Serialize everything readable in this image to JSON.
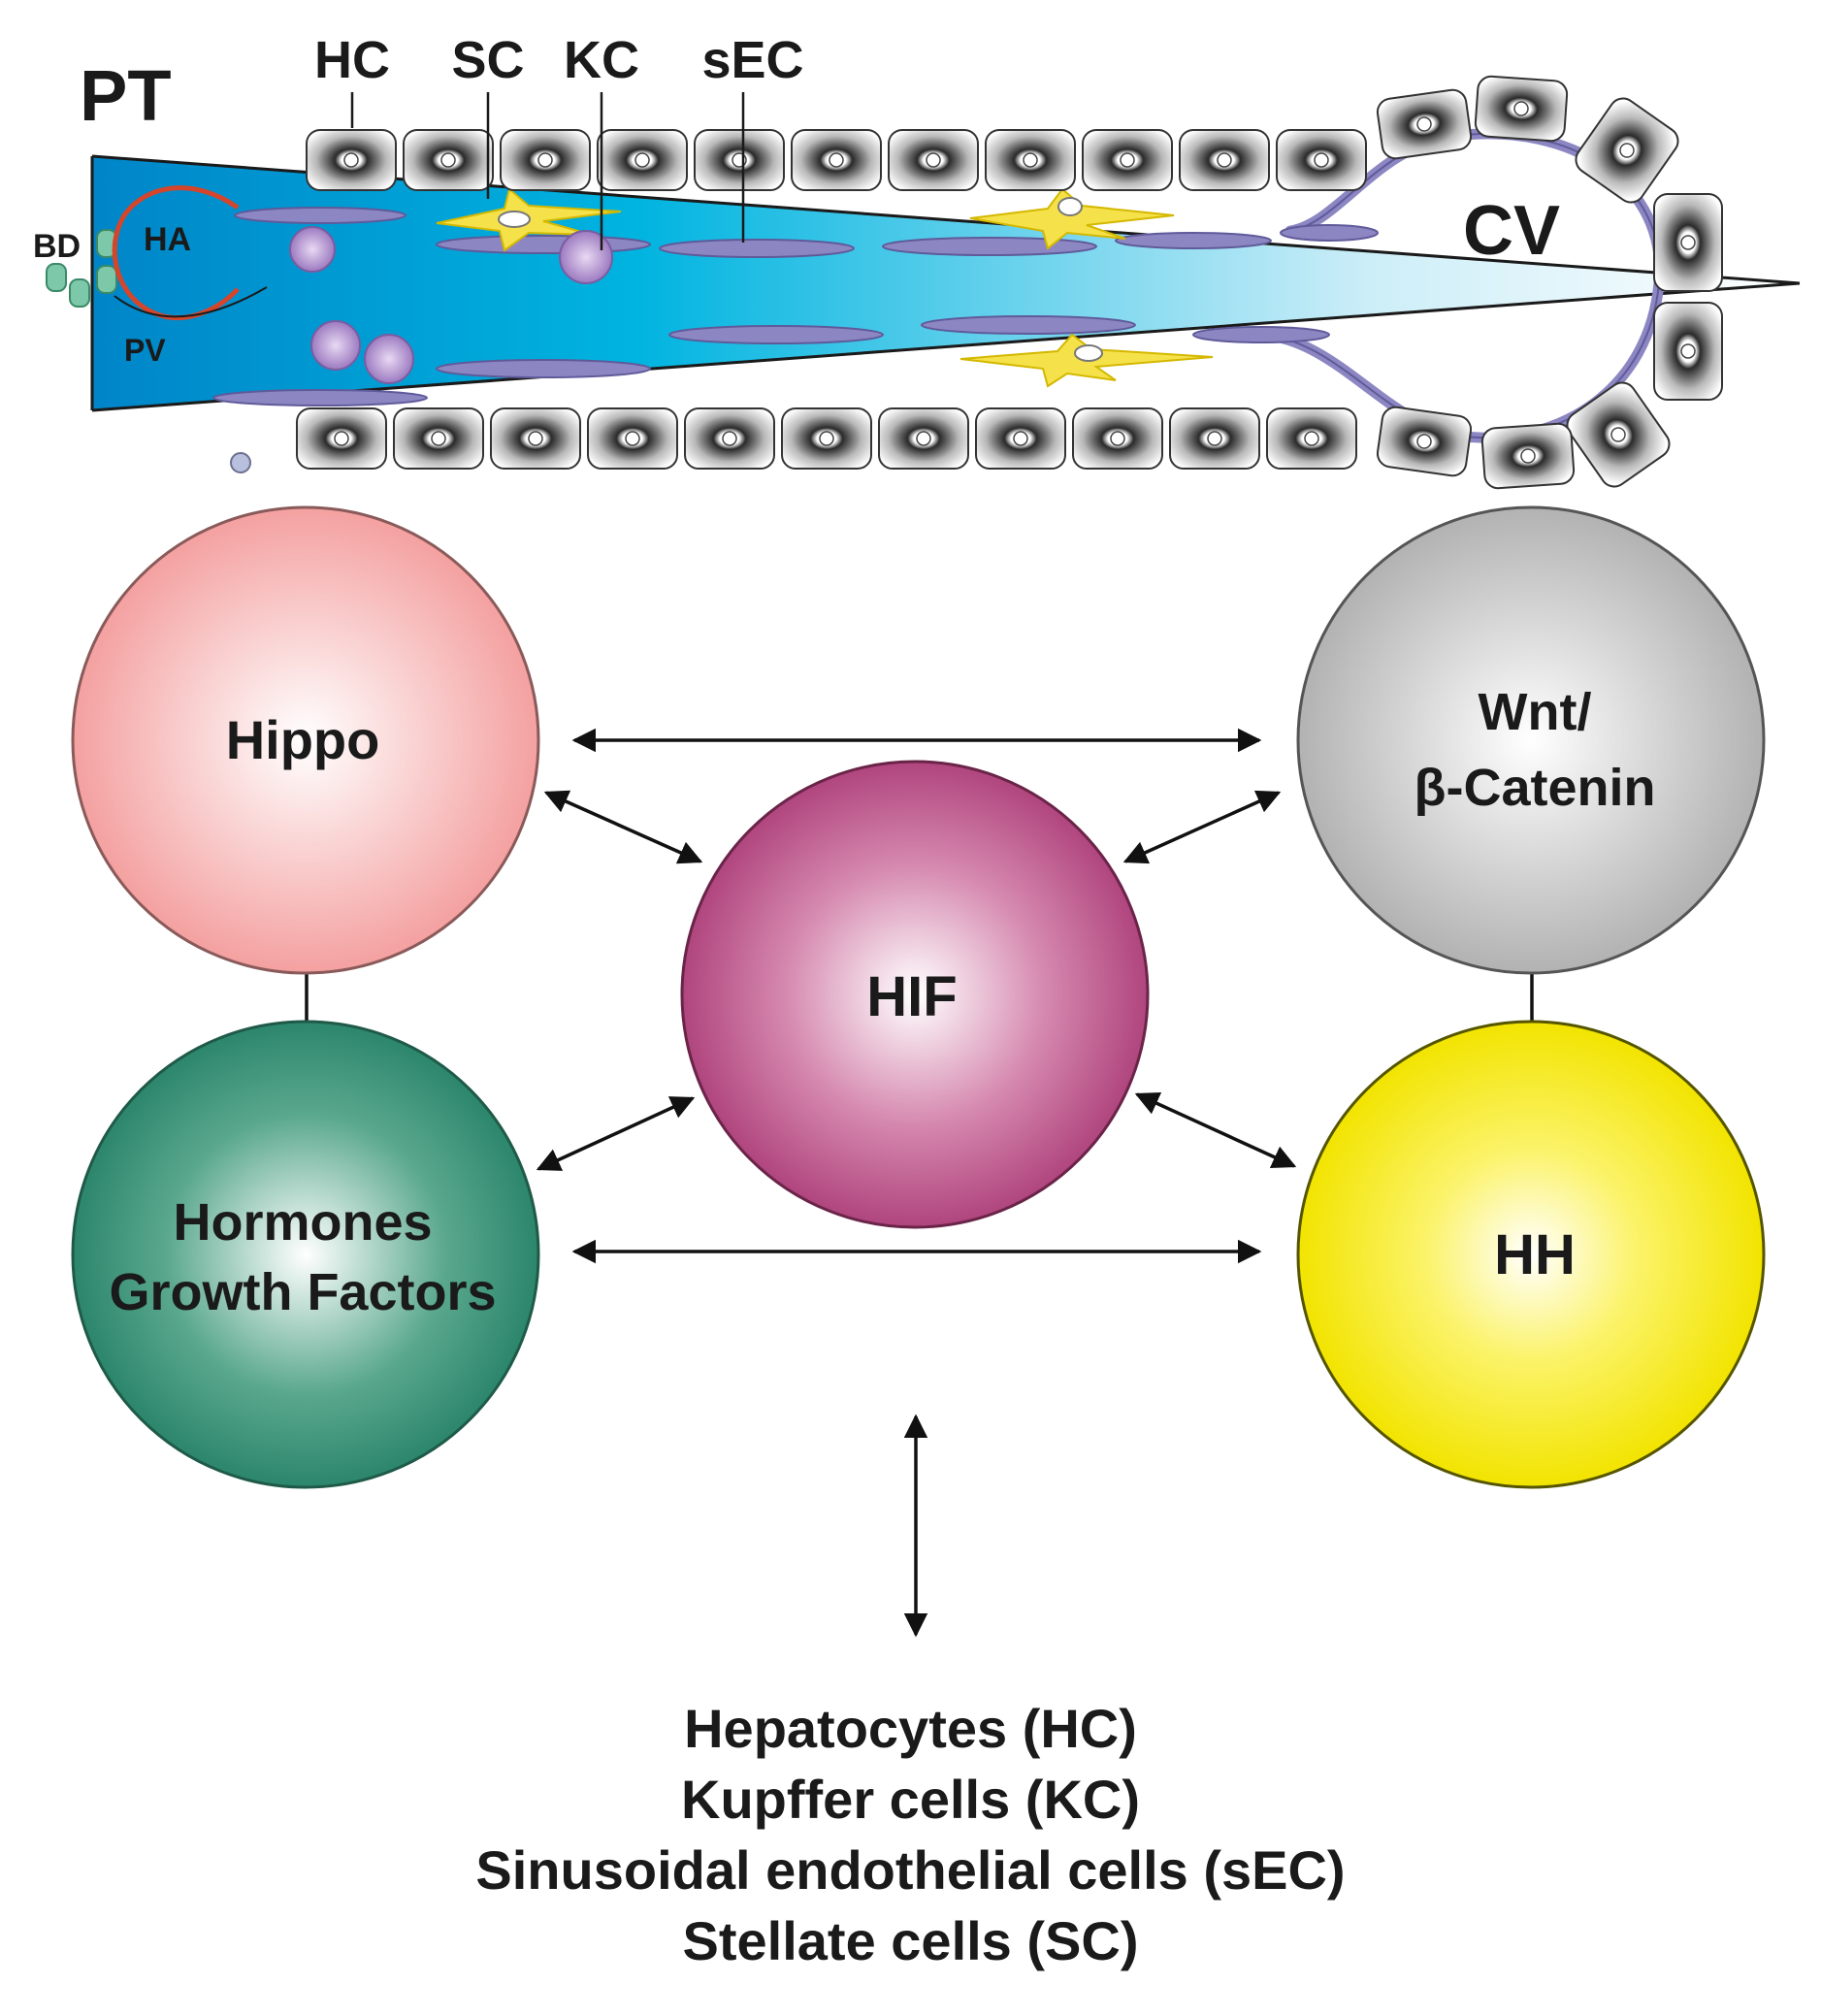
{
  "zonation": {
    "zone_left": "PT",
    "zone_right": "CV",
    "cell_labels": {
      "hc": "HC",
      "sc": "SC",
      "kc": "KC",
      "sec": "sEC",
      "bd": "BD",
      "ha": "HA",
      "pv": "PV"
    }
  },
  "pathways": {
    "hippo": "Hippo",
    "wnt_line1": "Wnt/",
    "wnt_line2": "β-Catenin",
    "hif": "HIF",
    "hormones_line1": "Hormones",
    "hormones_line2": "Growth Factors",
    "hh": "HH"
  },
  "colors": {
    "hippo": "#f4a0a0",
    "wnt": "#b5b5b5",
    "hif": "#b0457e",
    "hormones": "#2f8a70",
    "hh": "#f2e400",
    "sinusoid": "#00a2d8",
    "stellate": "#f5e14a",
    "kupffer": "#9c7ac0",
    "endothelial": "#8c87c2",
    "artery": "#d5452b"
  },
  "cell_types": [
    "Hepatocytes (HC)",
    "Kupffer cells (KC)",
    "Sinusoidal endothelial cells (sEC)",
    "Stellate cells (SC)"
  ]
}
